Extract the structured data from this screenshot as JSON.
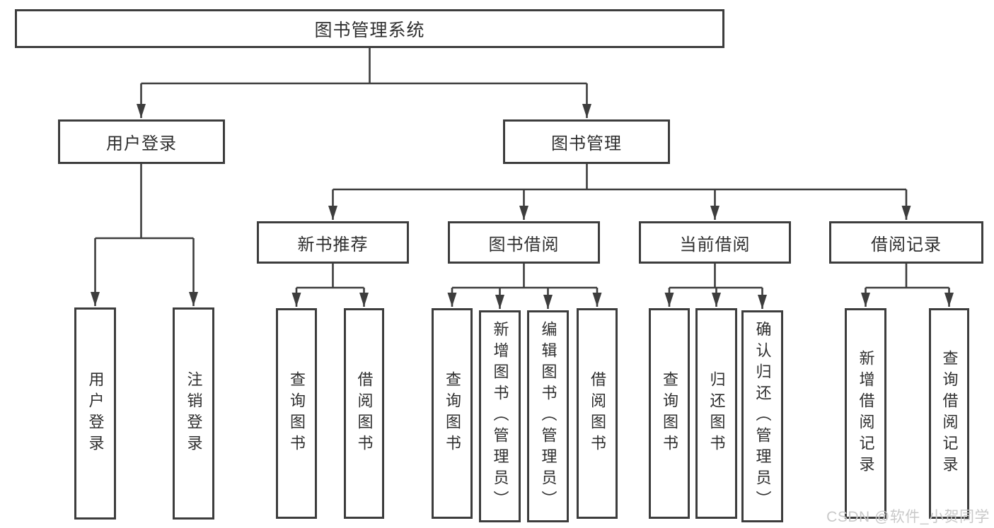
{
  "tree": {
    "root": "图书管理系统",
    "branches": [
      {
        "label": "用户登录",
        "leaves": [
          "用户登录",
          "注销登录"
        ]
      },
      {
        "label": "图书管理",
        "groups": [
          {
            "label": "新书推荐",
            "leaves": [
              "查询图书",
              "借阅图书"
            ]
          },
          {
            "label": "图书借阅",
            "leaves": [
              "查询图书",
              "新增图书（管理员）",
              "编辑图书（管理员）",
              "借阅图书"
            ]
          },
          {
            "label": "当前借阅",
            "leaves": [
              "查询图书",
              "归还图书",
              "确认归还（管理员）"
            ]
          },
          {
            "label": "借阅记录",
            "leaves": [
              "新增借阅记录",
              "查询借阅记录"
            ]
          }
        ]
      }
    ]
  },
  "watermark": {
    "text": "CSDN @软件_小贺同学"
  },
  "colors": {
    "line": "#3d3d3d",
    "text": "#2f2f2f",
    "watermark": "#c9c9c9",
    "background": "#ffffff"
  }
}
